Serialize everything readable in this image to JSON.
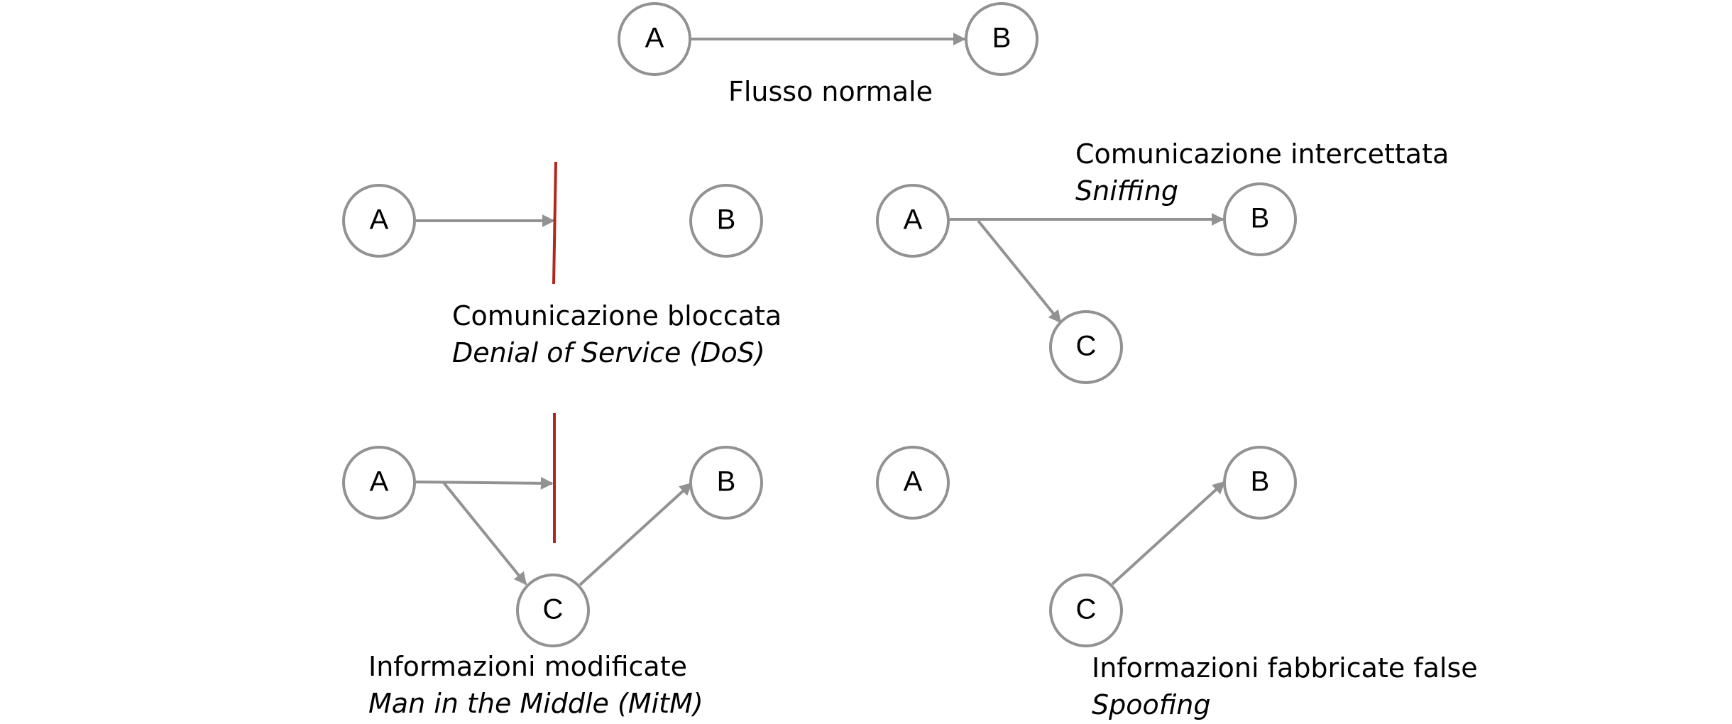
{
  "nodes": {
    "a": "A",
    "b": "B",
    "c": "C"
  },
  "scenarios": {
    "normal": {
      "title": "Flusso normale"
    },
    "dos": {
      "title": "Comunicazione bloccata",
      "subtitle": "Denial of Service (DoS)"
    },
    "sniffing": {
      "title": "Comunicazione intercettata",
      "subtitle": "Sniffing"
    },
    "mitm": {
      "title": "Informazioni modificate",
      "subtitle": "Man in the Middle (MitM)"
    },
    "spoofing": {
      "title": "Informazioni fabbricate false",
      "subtitle": "Spoofing"
    }
  },
  "colors": {
    "edge": "#929292",
    "node_border": "#929292",
    "blocked_barrier": "#b3261e",
    "text": "#000000"
  }
}
